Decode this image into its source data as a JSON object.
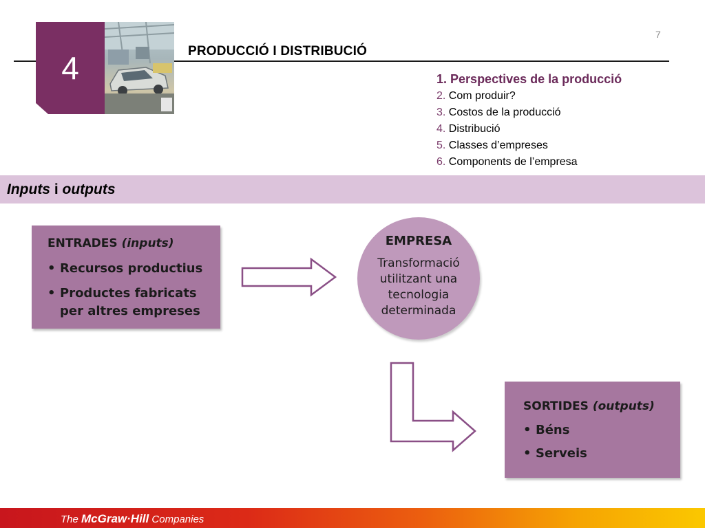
{
  "page_number": "7",
  "chapter": {
    "number": "4",
    "title": "PRODUCCIÓ I DISTRIBUCIÓ"
  },
  "toc": [
    {
      "num": "1.",
      "label": "Perspectives de la producció",
      "active": true
    },
    {
      "num": "2.",
      "label": "Com produir?"
    },
    {
      "num": "3.",
      "label": "Costos de la producció"
    },
    {
      "num": "4.",
      "label": "Distribució"
    },
    {
      "num": "5.",
      "label": "Classes d’empreses"
    },
    {
      "num": "6.",
      "label": "Components de l’empresa"
    }
  ],
  "section": {
    "title_part1": "Inputs",
    "title_part2": " i ",
    "title_part3": "outputs"
  },
  "inputs": {
    "heading": "ENTRADES",
    "heading_italic": "(inputs)",
    "items": [
      "Recursos productius",
      "Productes fabricats per altres empreses"
    ]
  },
  "company": {
    "heading": "EMPRESA",
    "text": "Transformació utilitzant una tecnologia determinada"
  },
  "outputs": {
    "heading": "SORTIDES",
    "heading_italic": "(outputs)",
    "items": [
      "Béns",
      "Serveis"
    ]
  },
  "footer": {
    "prefix": "The ",
    "brand": "McGraw·Hill",
    "suffix": " Companies"
  },
  "colors": {
    "chapter_badge": "#7a2f63",
    "section_bar": "#dcc3db",
    "box": "#a6779f",
    "circle": "#bf99bb",
    "arrow_stroke": "#8a4f86"
  }
}
